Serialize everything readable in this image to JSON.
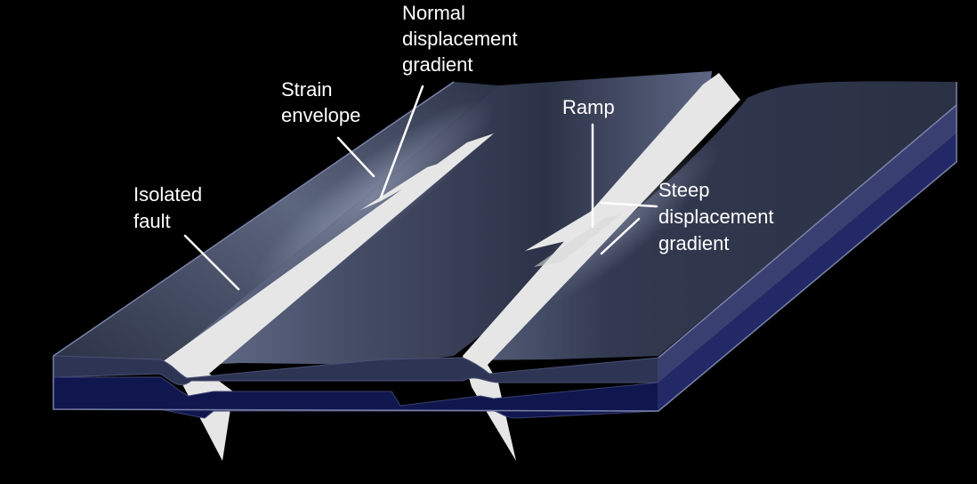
{
  "labels": {
    "normal_gradient": [
      "Normal",
      "displacement",
      "gradient"
    ],
    "strain_envelope": [
      "Strain",
      "envelope"
    ],
    "ramp": [
      "Ramp"
    ],
    "isolated_fault": [
      "Isolated",
      "fault"
    ],
    "steep_gradient": [
      "Steep",
      "displacement",
      "gradient"
    ]
  },
  "colors": {
    "background": "#000000",
    "surface": "#2d3449",
    "surface_light": "#7a839d",
    "fault_plane": "#e6e6e6",
    "upper_layer": "#2d3454",
    "lower_layer": "#10174f",
    "side_layer": "#3a3f72",
    "text": "#ffffff"
  }
}
